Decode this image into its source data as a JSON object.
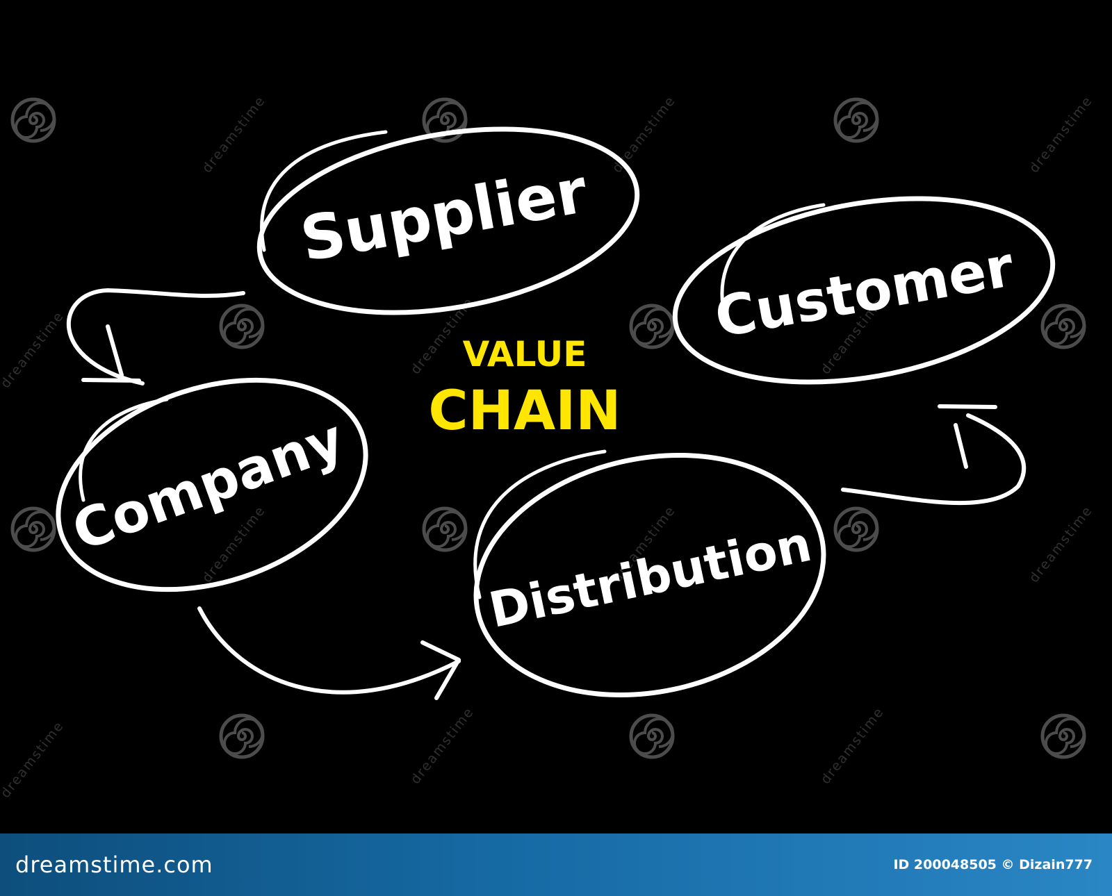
{
  "title": {
    "line1": "VALUE",
    "line2": "CHAIN"
  },
  "nodes": {
    "supplier": "Supplier",
    "customer": "Customer",
    "company": "Company",
    "distribution": "Distribution"
  },
  "watermark": {
    "brand": "dreamstime",
    "footer_brand": "dreamstime.com",
    "image_id": "ID 200048505 © Dizain777"
  },
  "colors": {
    "background": "#000000",
    "stroke": "#ffffff",
    "title": "#ffe600",
    "footer": "#166aa4"
  }
}
